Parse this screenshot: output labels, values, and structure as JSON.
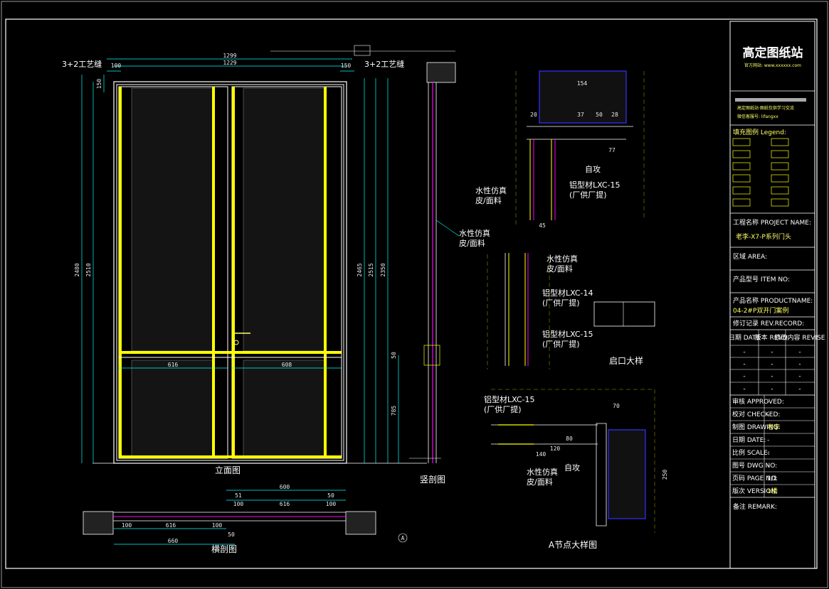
{
  "colors": {
    "bg": "#000000",
    "frame": "#ffffff",
    "yellow": "#ffff00",
    "cyan": "#00ffff",
    "magenta": "#ff00ff",
    "blue": "#3333ff",
    "olive": "#6b6b00",
    "gray": "#9a9a9a"
  },
  "elevation": {
    "title": "立面图",
    "seam_left": "3+2工艺缝",
    "seam_right": "3+2工艺缝",
    "dims_top": [
      "1299",
      "1229",
      "100",
      "150"
    ],
    "dims_left": [
      "2480",
      "2510",
      "150"
    ],
    "dims_bottom": [
      "616",
      "608"
    ],
    "dims_right": [
      "2465",
      "2515",
      "2350",
      "785",
      "50"
    ],
    "marker": "A"
  },
  "vertical_section": {
    "title": "竖剖图",
    "label_a": "水性仿真",
    "label_b": "皮/面料"
  },
  "horizontal_section": {
    "title": "横剖图",
    "dims_top": [
      "600",
      "51",
      "100",
      "616",
      "100",
      "50"
    ],
    "dims_bottom": [
      "100",
      "616",
      "100",
      "660",
      "50"
    ]
  },
  "details": {
    "top": {
      "dims": [
        "154",
        "37",
        "50",
        "28",
        "45",
        "20",
        "77"
      ],
      "labels": [
        "水性仿真",
        "皮/面料",
        "铝型材LXC-15",
        "(厂供厂提)",
        "自攻"
      ]
    },
    "middle": {
      "title": "启口大样",
      "labels": [
        "水性仿真",
        "皮/面料",
        "铝型材LXC-14",
        "(厂供厂提)",
        "铝型材LXC-15",
        "(厂供厂提)"
      ]
    },
    "node": {
      "title": "A节点大样图",
      "labels": [
        "铝型材LXC-15",
        "(厂供厂提)",
        "水性仿真",
        "皮/面料",
        "自攻"
      ],
      "dims": [
        "70",
        "80",
        "120",
        "140",
        "250"
      ]
    }
  },
  "title_block": {
    "logo": "高定图纸站",
    "website": "官方网站: www.xxxxxx.com",
    "line1": "高定图纸站·图纸仅供学习交流",
    "line2": "微信客服号: lifangxx",
    "legend_title": "填充图例 Legend:",
    "project_label": "工程名称 PROJECT NAME:",
    "project_value": "老李-X7-P系列门头",
    "area_label": "区域 AREA:",
    "item_label": "产品型号 ITEM NO:",
    "product_label": "产品名称 PRODUCTNAME:",
    "product_value": "04-2#P双开门案例",
    "rev_label": "修订记录 REV.RECORD:",
    "rev_headers": [
      "日期 DATE",
      "版本 REVD.",
      "修改内容 REVISE"
    ],
    "rev_rows": [
      [
        "-",
        "-",
        "-"
      ],
      [
        "-",
        "-",
        "-"
      ],
      [
        "-",
        "-",
        "-"
      ],
      [
        "-",
        "-",
        "-"
      ]
    ],
    "fields": [
      {
        "label": "审核 APPROVED:",
        "value": "-"
      },
      {
        "label": "校对 CHECKED:",
        "value": "-"
      },
      {
        "label": "制图 DRAWING:",
        "value": "老李"
      },
      {
        "label": "日期 DATE:",
        "value": "-"
      },
      {
        "label": "比例 SCALE:",
        "value": "-"
      },
      {
        "label": "图号 DWG NO:",
        "value": "-"
      },
      {
        "label": "页码 PAGE NO:",
        "value": "1/1"
      },
      {
        "label": "版次 VERSION:",
        "value": "1楼"
      }
    ],
    "remark": "备注 REMARK:"
  }
}
